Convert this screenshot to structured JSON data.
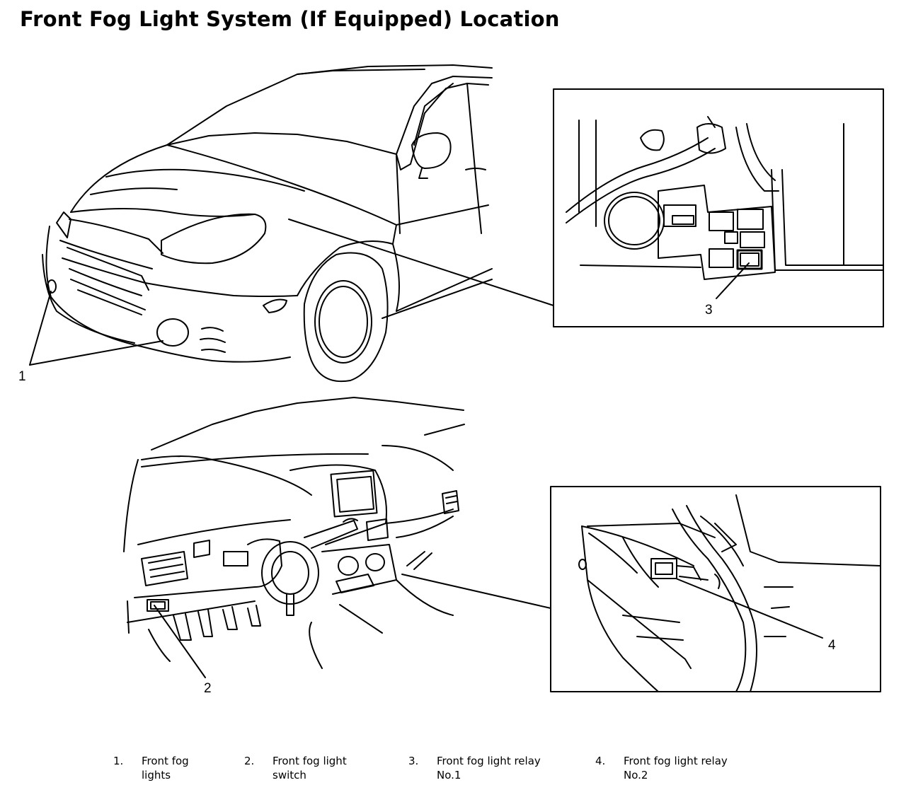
{
  "title": "Front Fog Light System (If Equipped) Location",
  "callouts": {
    "c1": "1",
    "c2": "2",
    "c3": "3",
    "c4": "4"
  },
  "legend": [
    {
      "num": "1.",
      "line1": "Front fog",
      "line2": "lights"
    },
    {
      "num": "2.",
      "line1": "Front fog light",
      "line2": "switch"
    },
    {
      "num": "3.",
      "line1": "Front fog light relay",
      "line2": "No.1"
    },
    {
      "num": "4.",
      "line1": "Front fog light relay",
      "line2": "No.2"
    }
  ]
}
